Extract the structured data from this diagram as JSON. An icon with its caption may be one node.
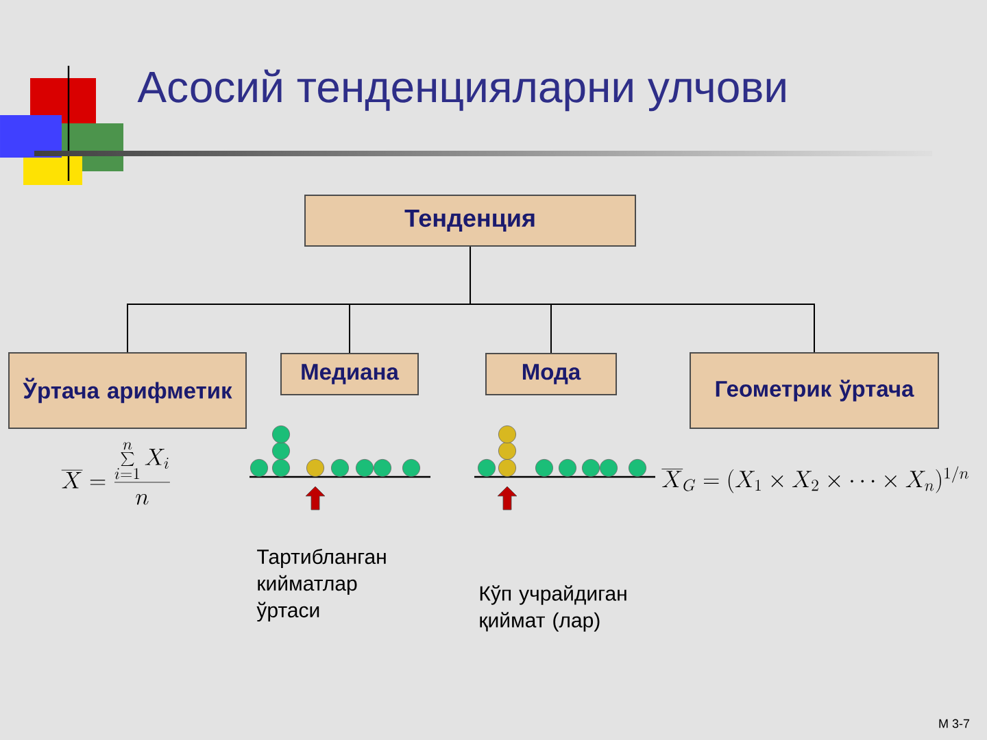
{
  "diagram": {
    "title": "Асосий тенденцияларни улчови",
    "nodes": [
      {
        "text": [
          "Тенденция"
        ]
      },
      {
        "text": [
          "Ўртача арифметик"
        ]
      },
      {
        "text": [
          "Медиана"
        ]
      },
      {
        "text": [
          "Мода"
        ]
      },
      {
        "text": [
          "Геометрик ўртача"
        ]
      }
    ],
    "edges": [
      {
        "from": 0,
        "to": 1,
        "arrow": "none"
      },
      {
        "from": 0,
        "to": 2,
        "arrow": "none"
      },
      {
        "from": 0,
        "to": 3,
        "arrow": "none"
      },
      {
        "from": 0,
        "to": 4,
        "arrow": "none"
      }
    ],
    "labels": [
      "\\overline{X}=\\frac{\\sum\\limits_{i=1}^{n}X_i}{n}",
      "\\overline{X}_G=(X_1\\times X_2\\times\\cdots\\times X_n)^{1/n}",
      "Тартибланган кийматлар ўртаси",
      "Кўп учрайдиган қиймат (лар)",
      "M 3-7"
    ]
  }
}
